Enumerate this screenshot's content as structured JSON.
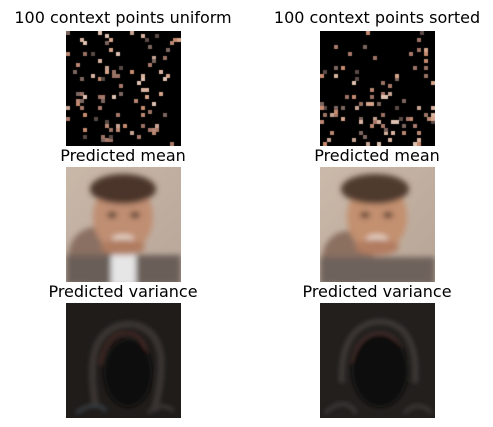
{
  "figure": {
    "columns": [
      {
        "title": "100 context points uniform",
        "rows": [
          {
            "title": ""
          },
          {
            "title": "Predicted mean"
          },
          {
            "title": "Predicted variance"
          }
        ]
      },
      {
        "title": "100 context points sorted",
        "rows": [
          {
            "title": ""
          },
          {
            "title": "Predicted mean"
          },
          {
            "title": "Predicted variance"
          }
        ]
      }
    ]
  },
  "colors": {
    "background": "#ffffff",
    "context_bg": "#000000",
    "skin": "#c89070",
    "variance_bg": "#1c1a19"
  }
}
